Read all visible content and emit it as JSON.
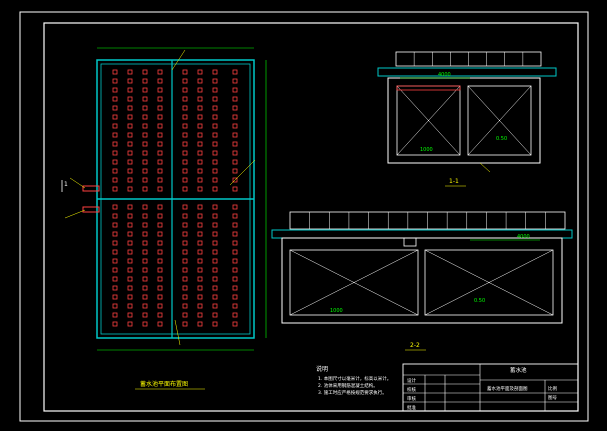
{
  "drawing": {
    "plan_title": "蓄水池平面布置图",
    "section_1_label": "1-1",
    "section_2_label": "2-2",
    "section_marker": "1",
    "notes_title": "说明",
    "notes": [
      "1. 本图尺寸以毫米计，标高以米计。",
      "2. 池体采用钢筋混凝土结构。",
      "3. 施工时应严格按规范要求执行。"
    ],
    "dim_labels": [
      "4000",
      "4000",
      "0.50",
      "1000",
      "0.50",
      "1000"
    ],
    "title_block": {
      "project": "蓄水池",
      "drawing_name": "蓄水池平面及剖面图",
      "row_labels": [
        "设计",
        "校核",
        "审核",
        "批准"
      ],
      "scale_label": "比例",
      "sheet_label": "图号"
    }
  },
  "colors": {
    "background": "#000000",
    "frame": "#ffffff",
    "structure": "#00c8c8",
    "hatch": "#ff4040",
    "dimension": "#00ff00",
    "annotation": "#ffff00",
    "label": "#ffffff"
  }
}
